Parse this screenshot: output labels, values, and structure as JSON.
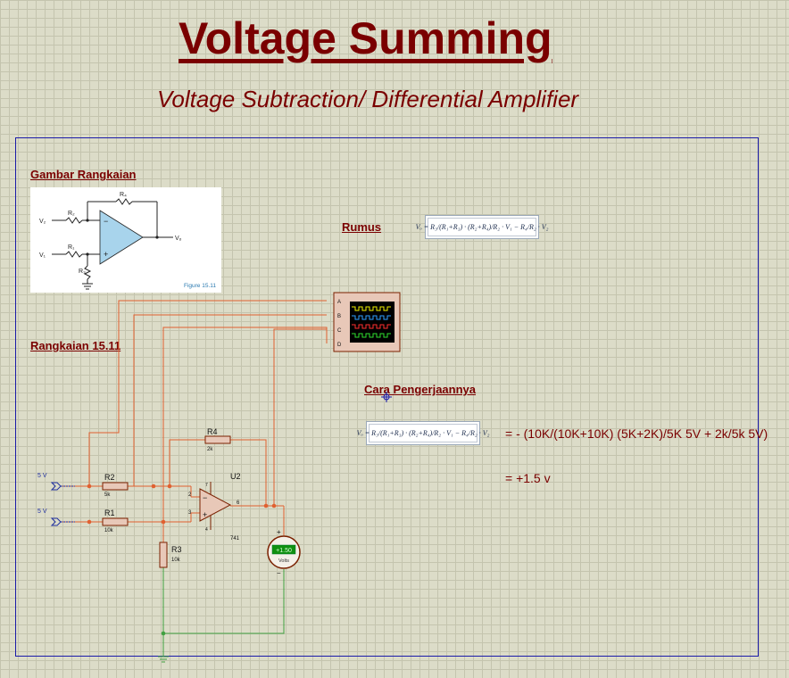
{
  "title": "Voltage Summing",
  "subtitle": "Voltage Subtraction/ Differential Amplifier",
  "sections": {
    "gambar": "Gambar Rangkaian",
    "rumus": "Rumus",
    "rangkaian": "Rangkaian 15.11",
    "cara": "Cara Pengerjaannya"
  },
  "figure": {
    "label": "Figure 15.11",
    "r1": "R₁",
    "r2": "R₂",
    "r3": "R₃",
    "r4": "R₄",
    "v1": "V₁",
    "v2": "V₂",
    "vo": "Vₒ"
  },
  "formula_text": "Vₒ = R₃/(R₁+R₃) · (R₂+R₄)/R₂ · V₁ − R₄/R₂ · V₂",
  "result_lines": {
    "line1": "= - (10K/(10K+10K)  (5K+2K)/5K 5V + 2k/5k 5V)",
    "line2": "= +1.5 v"
  },
  "oscilloscope": {
    "channels": [
      "A",
      "B",
      "C",
      "D"
    ]
  },
  "circuit": {
    "source1": "5 V",
    "source2": "5 V",
    "r1": {
      "name": "R1",
      "value": "10k"
    },
    "r2": {
      "name": "R2",
      "value": "5k"
    },
    "r3": {
      "name": "R3",
      "value": "10k"
    },
    "r4": {
      "name": "R4",
      "value": "2k"
    },
    "opamp": {
      "name": "U2",
      "part": "741",
      "pin_in_minus": "2",
      "pin_in_plus": "3",
      "pin_out": "6",
      "pin_v_pos": "7",
      "pin_v_neg": "4"
    },
    "voltmeter": {
      "reading": "+1.50",
      "unit": "Volts"
    }
  },
  "colors": {
    "wire_red": "#e06030",
    "wire_green": "#40a040",
    "title": "#7a0000",
    "frame": "#1a1aa8"
  }
}
